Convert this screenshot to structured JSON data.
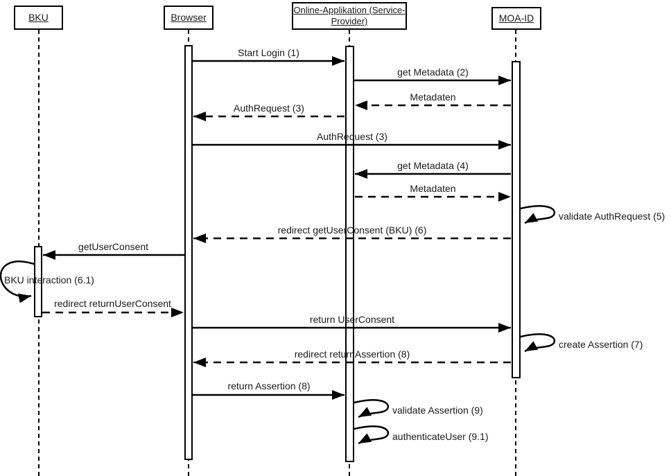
{
  "actors": {
    "bku": {
      "label": "BKU"
    },
    "browser": {
      "label": "Browser"
    },
    "service_provider": {
      "label_line1": "Online-Applikation (Service-",
      "label_line2": "Provider)"
    },
    "moa_id": {
      "label": "MOA-ID"
    }
  },
  "messages": {
    "start_login": "Start Login (1)",
    "get_metadata_2": "get Metadata (2)",
    "metadaten_response_1": "Metadaten",
    "auth_request_3_response": "AuthRequest (3)",
    "auth_request_3_forward": "AuthRequest (3)",
    "get_metadata_4": "get Metadata (4)",
    "metadaten_response_2": "Metadaten",
    "validate_auth_request_5": "validate AuthRequest (5)",
    "redirect_get_user_consent_6": "redirect getUserConsent (BKU) (6)",
    "get_user_consent": "getUserConsent",
    "bku_interaction_6_1": "BKU interaction (6.1)",
    "redirect_return_user_consent": "redirect returnUserConsent",
    "return_user_consent": "return UserConsent",
    "create_assertion_7": "create Assertion (7)",
    "redirect_return_assertion_8": "redirect returnAssertion (8)",
    "return_assertion_8": "return Assertion (8)",
    "validate_assertion_9": "validate Assertion (9)",
    "authenticate_user_9_1": "authenticateUser (9.1)"
  },
  "colors": {
    "line": "#000000",
    "background": "#ffffff",
    "text": "#1a1a1a"
  }
}
